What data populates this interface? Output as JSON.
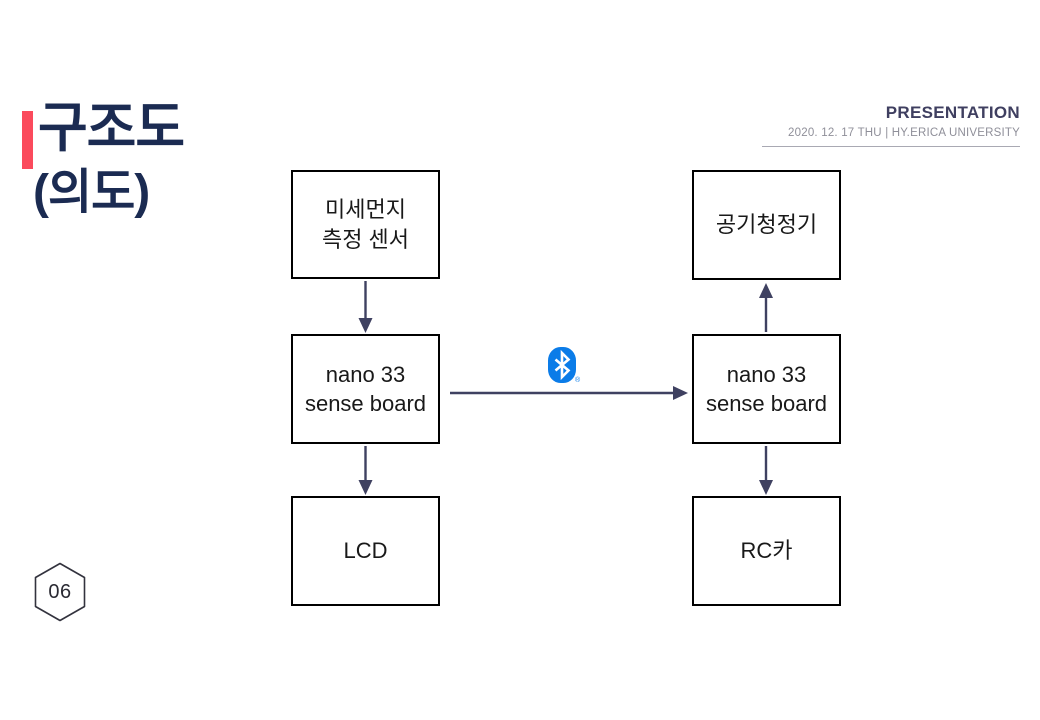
{
  "title": {
    "line1": "구조도",
    "line2": "(의도)"
  },
  "header": {
    "brand": "PRESENTATION",
    "meta": "2020. 12. 17 THU  |  HY.ERICA UNIVERSITY"
  },
  "page": {
    "number": "06"
  },
  "diagram": {
    "nodes": [
      {
        "id": "dust-sensor",
        "label": "미세먼지\n측정 센서"
      },
      {
        "id": "tx-board",
        "label": "nano 33\nsense board"
      },
      {
        "id": "lcd",
        "label": "LCD"
      },
      {
        "id": "air-purifier",
        "label": "공기청정기"
      },
      {
        "id": "rx-board",
        "label": "nano 33\nsense board"
      },
      {
        "id": "rc-car",
        "label": "RC카"
      }
    ],
    "connections": [
      {
        "from": "dust-sensor",
        "to": "tx-board",
        "direction": "down"
      },
      {
        "from": "tx-board",
        "to": "lcd",
        "direction": "down"
      },
      {
        "from": "tx-board",
        "to": "rx-board",
        "direction": "right",
        "via": "bluetooth"
      },
      {
        "from": "rx-board",
        "to": "air-purifier",
        "direction": "up"
      },
      {
        "from": "rx-board",
        "to": "rc-car",
        "direction": "down"
      }
    ],
    "bluetooth": {
      "icon": "bluetooth-icon",
      "registered_mark": "®"
    }
  },
  "colors": {
    "accent_red": "#fb4a5c",
    "title_navy": "#1b2b52",
    "arrow": "#3f4161",
    "bluetooth_blue": "#0b7ce8",
    "header_brand": "#3f3f60",
    "header_meta": "#8f8f99",
    "box_border": "#000000"
  }
}
